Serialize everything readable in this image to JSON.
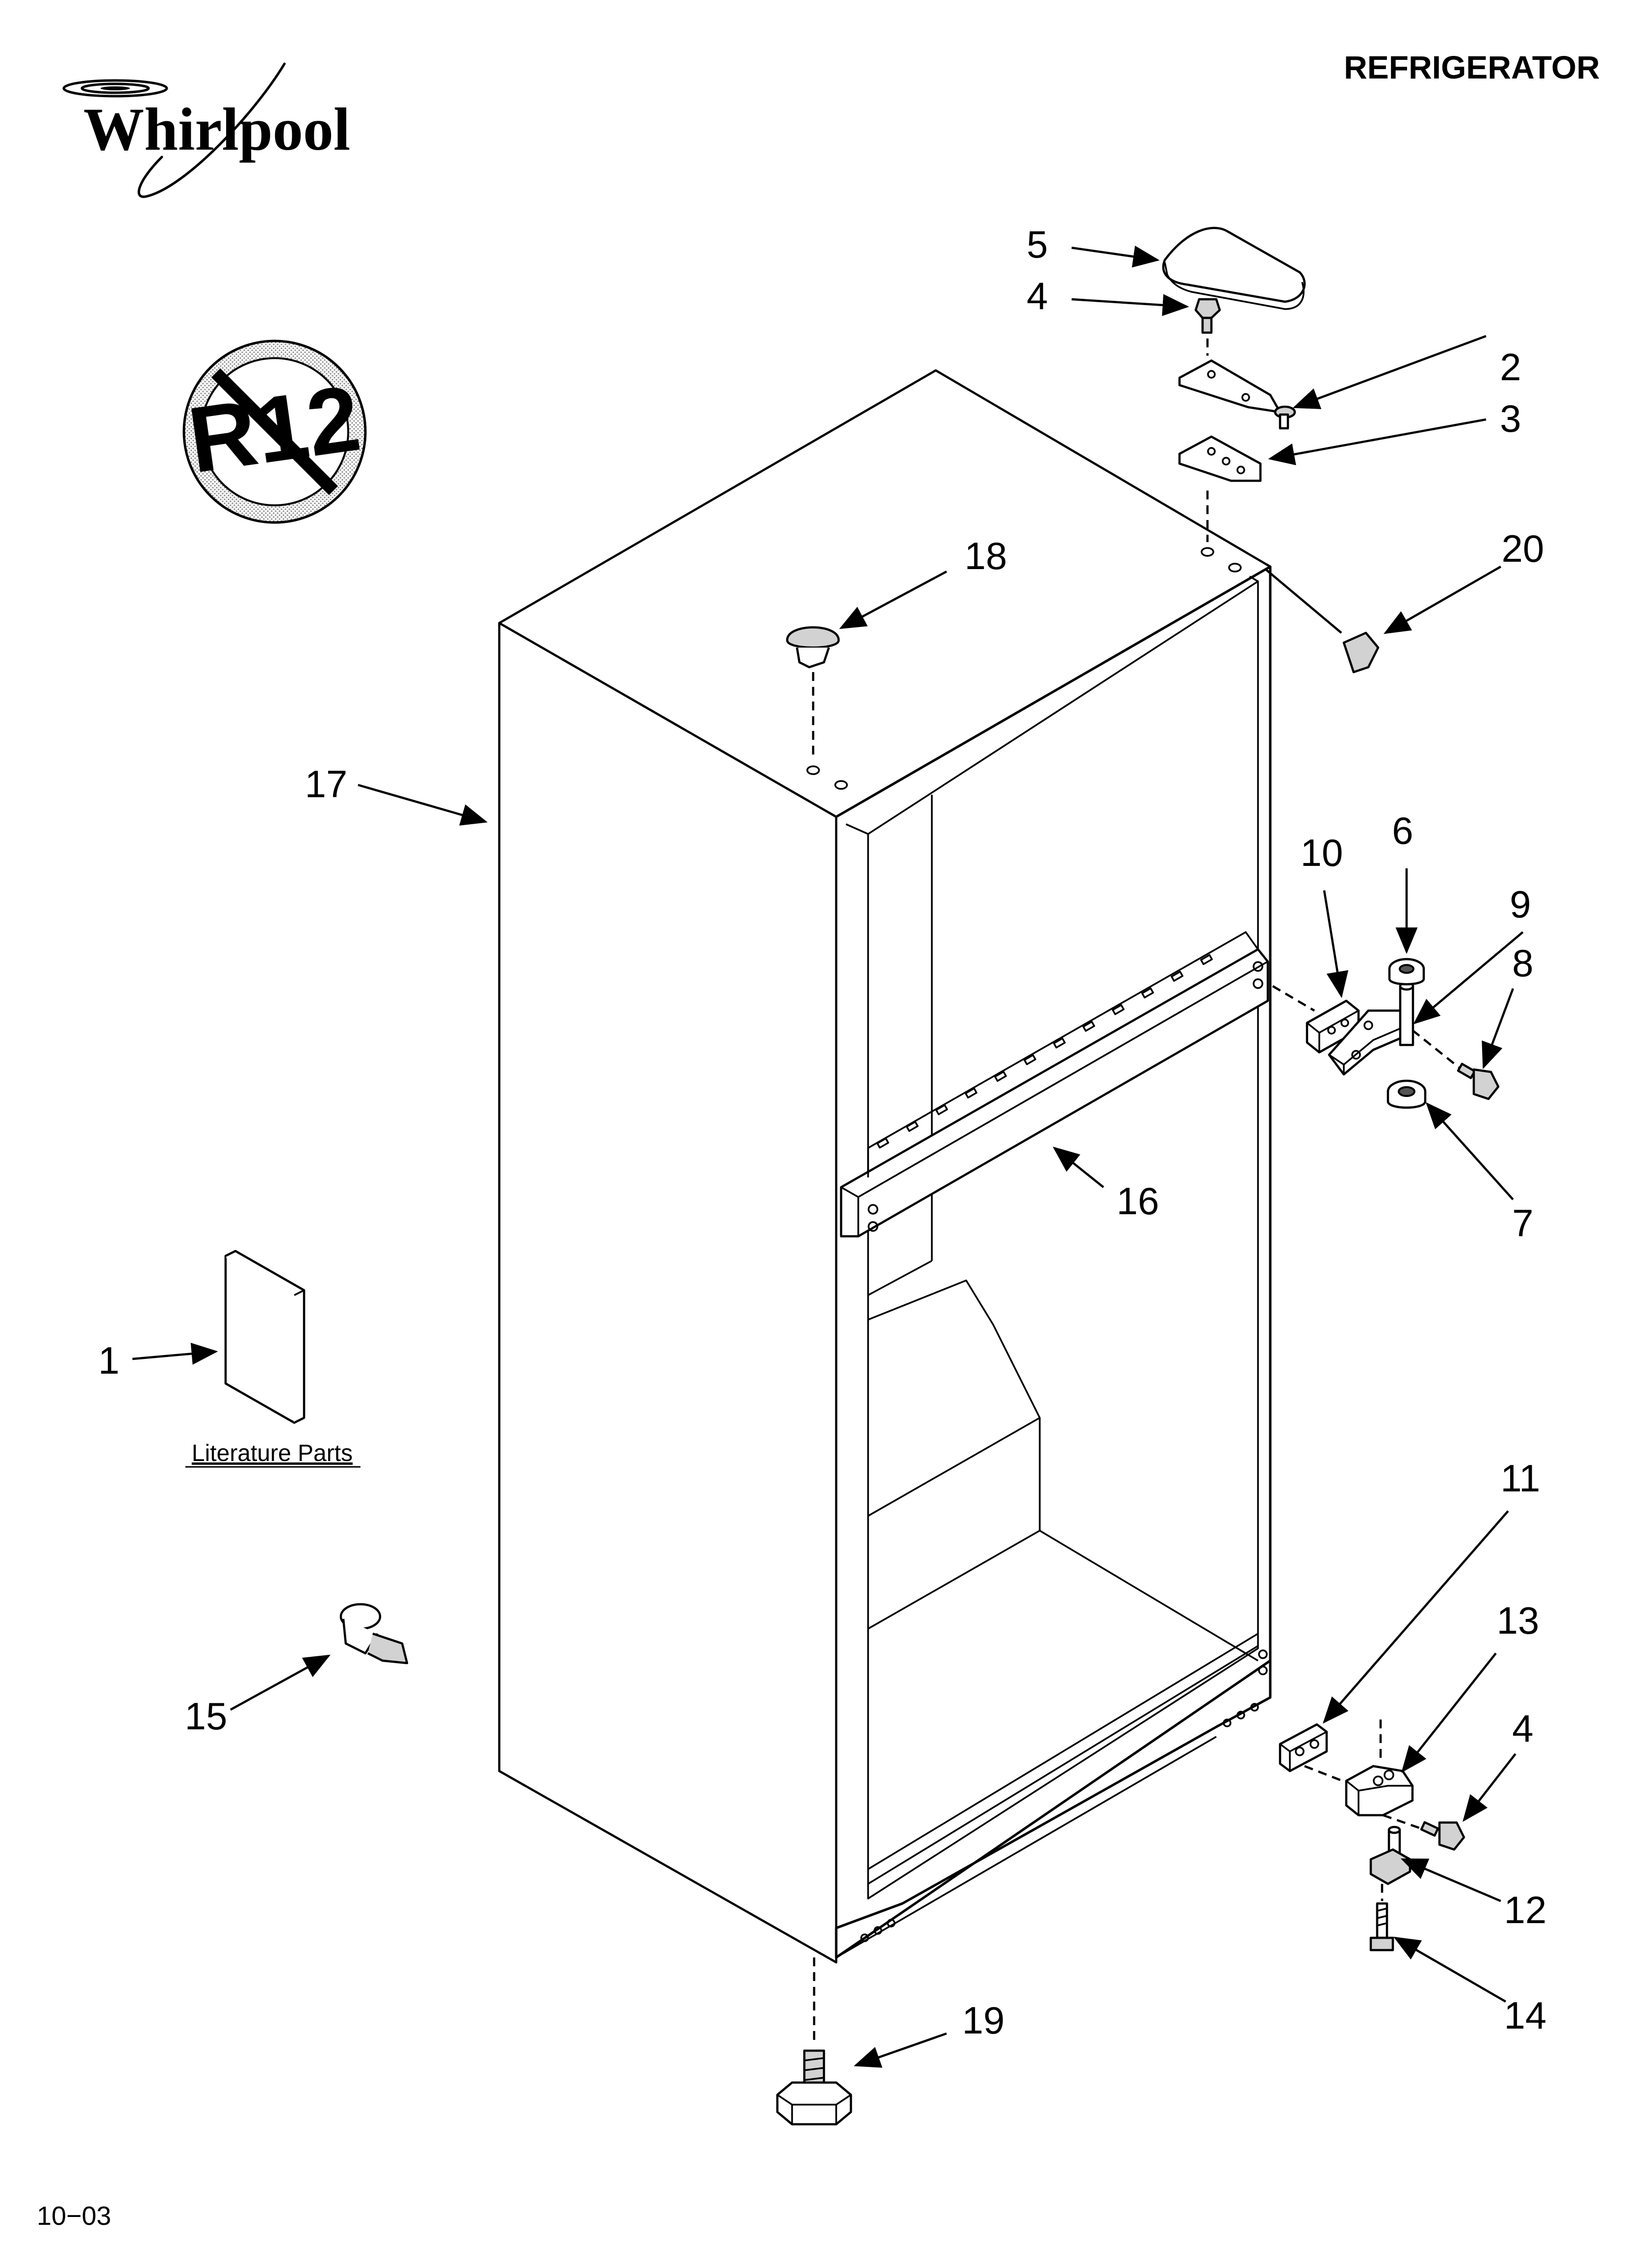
{
  "header": {
    "brand": "Whirlpool",
    "title": "REFRIGERATOR",
    "r12_badge": "R12"
  },
  "footer": {
    "code": "10−03"
  },
  "literature": {
    "caption": "Literature Parts"
  },
  "callouts": [
    {
      "id": "1",
      "label": "1"
    },
    {
      "id": "2",
      "label": "2"
    },
    {
      "id": "3",
      "label": "3"
    },
    {
      "id": "4a",
      "label": "4"
    },
    {
      "id": "4b",
      "label": "4"
    },
    {
      "id": "5",
      "label": "5"
    },
    {
      "id": "6",
      "label": "6"
    },
    {
      "id": "7",
      "label": "7"
    },
    {
      "id": "8",
      "label": "8"
    },
    {
      "id": "9",
      "label": "9"
    },
    {
      "id": "10",
      "label": "10"
    },
    {
      "id": "11",
      "label": "11"
    },
    {
      "id": "12",
      "label": "12"
    },
    {
      "id": "13",
      "label": "13"
    },
    {
      "id": "14",
      "label": "14"
    },
    {
      "id": "15",
      "label": "15"
    },
    {
      "id": "16",
      "label": "16"
    },
    {
      "id": "17",
      "label": "17"
    },
    {
      "id": "18",
      "label": "18"
    },
    {
      "id": "19",
      "label": "19"
    },
    {
      "id": "20",
      "label": "20"
    }
  ]
}
